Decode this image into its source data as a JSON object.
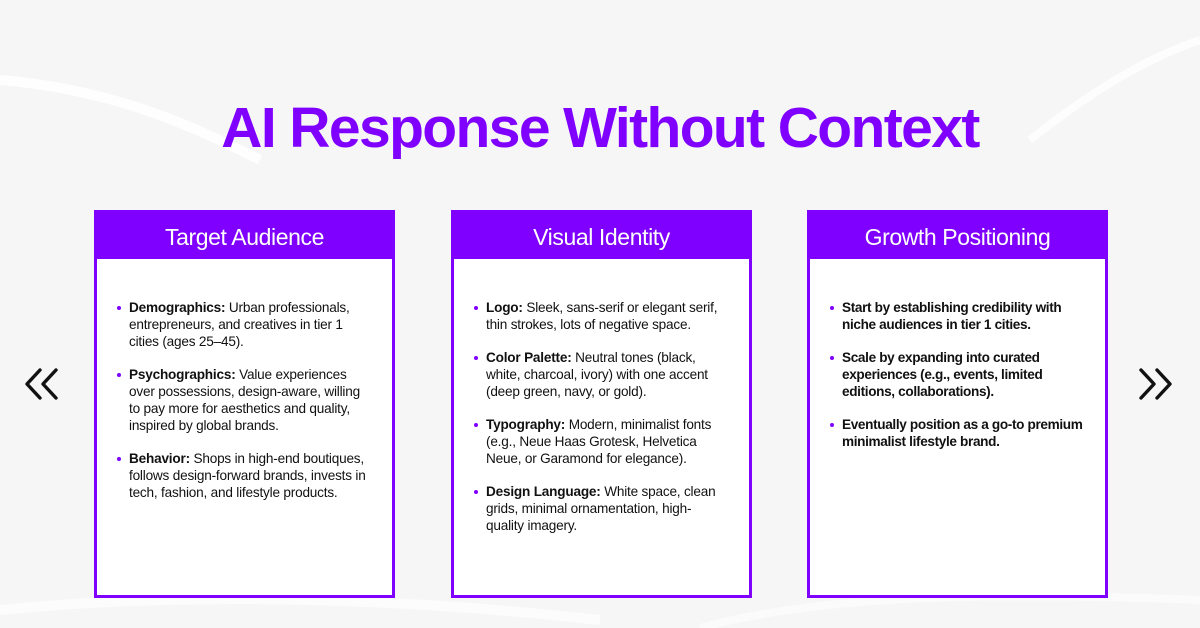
{
  "page": {
    "title": "AI Response Without Context",
    "accent_color": "#8000ff",
    "background_color": "#f6f6f7"
  },
  "navigation": {
    "prev_icon": "double-chevron-left-icon",
    "next_icon": "double-chevron-right-icon"
  },
  "cards": [
    {
      "title": "Target Audience",
      "items": [
        {
          "label": "Demographics:",
          "text": " Urban professionals, entrepreneurs, and creatives in tier 1 cities (ages 25–45)."
        },
        {
          "label": "Psychographics:",
          "text": " Value experiences over possessions, design-aware, willing to pay more for aesthetics and quality, inspired by global brands."
        },
        {
          "label": "Behavior:",
          "text": " Shops in high-end boutiques, follows design-forward brands, invests in tech, fashion, and lifestyle products."
        }
      ]
    },
    {
      "title": "Visual Identity",
      "items": [
        {
          "label": "Logo:",
          "text": " Sleek, sans-serif or elegant serif, thin strokes, lots of negative space."
        },
        {
          "label": "Color Palette:",
          "text": " Neutral tones (black, white, charcoal, ivory) with one accent (deep green, navy, or gold)."
        },
        {
          "label": "Typography:",
          "text": " Modern, minimalist fonts (e.g., Neue Haas Grotesk, Helvetica Neue, or Garamond for elegance)."
        },
        {
          "label": "Design Language:",
          "text": " White space, clean grids, minimal ornamentation, high-quality imagery."
        }
      ]
    },
    {
      "title": "Growth Positioning",
      "items": [
        {
          "text": "Start by establishing credibility with niche audiences in tier 1 cities."
        },
        {
          "text": "Scale by expanding into curated experiences (e.g., events, limited editions, collaborations)."
        },
        {
          "text": "Eventually position as a go-to premium minimalist lifestyle brand."
        }
      ]
    }
  ]
}
